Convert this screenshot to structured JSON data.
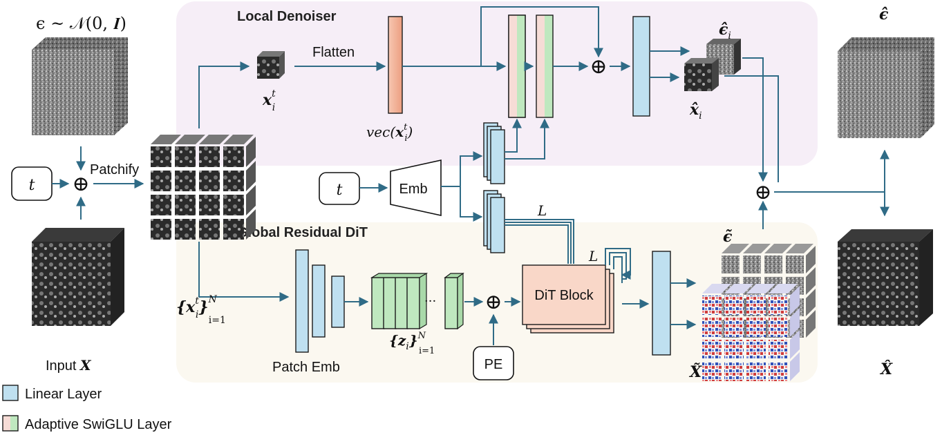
{
  "regions": {
    "local": "Local Denoiser",
    "global": "Global Residual DiT"
  },
  "symbols": {
    "noise_dist": "ϵ ~ 𝒩(0, 𝑰)",
    "t_input": "t",
    "t_emb": "t",
    "x_patch": "x",
    "x_patch_sup": "t",
    "x_patch_sub": "i",
    "vec": "vec(",
    "vec_x": "x",
    "vec_sup": "t",
    "vec_sub": "i",
    "vec_close": ")",
    "eps_hat_i": "ϵ̂",
    "eps_hat_i_sub": "i",
    "x_hat_i": "x̂",
    "x_hat_i_sub": "i",
    "eps_hat": "ϵ̂",
    "eps_tilde": "ϵ̃",
    "X_tilde": "X̃",
    "X_hat": "X̂",
    "patch_set": "{x",
    "patch_set_sup": "t",
    "patch_set_sub": "i",
    "patch_set_close": "}",
    "patch_set_N": "N",
    "patch_set_range": "i=1",
    "z_set": "{z",
    "z_set_sub": "i",
    "z_set_close": "}",
    "z_set_N": "N",
    "z_set_range": "i=1",
    "L1": "L",
    "L2": "L",
    "ellipsis": "···",
    "oplus": "⊕"
  },
  "labels": {
    "flatten": "Flatten",
    "patchify": "Patchify",
    "emb": "Emb",
    "pe": "PE",
    "dit_block": "DiT Block",
    "patch_emb": "Patch Emb",
    "input_prefix": "Input ",
    "input_var": "X"
  },
  "legend": [
    {
      "label": "Linear Layer",
      "color": "#bfe0f0"
    },
    {
      "label": "Adaptive SwiGLU Layer",
      "color": "#f6dcd6"
    }
  ],
  "colors": {
    "local_bg": "#f6eef7",
    "global_bg": "#fbf8f0",
    "arrow": "#2f6b86",
    "linear": "#bfe0f0",
    "swiglu_pink": "#f6dcd6",
    "swiglu_green": "#bfe8bf",
    "dit": "#f9d7c8",
    "vec": "#f4b79e"
  }
}
